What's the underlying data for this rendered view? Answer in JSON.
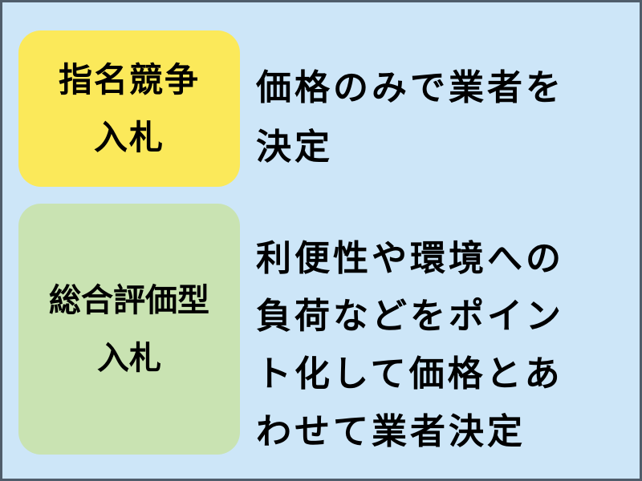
{
  "colors": {
    "background": "#cde6f8",
    "border": "#4f5d6b",
    "box_1": "#fbe95a",
    "box_2": "#c9e3b2",
    "text": "#000000"
  },
  "rows": [
    {
      "label_lines": [
        "指名競争",
        "入札"
      ],
      "description_lines": [
        "価格のみで業者を",
        "決定"
      ]
    },
    {
      "label_lines": [
        "総合評価型",
        "入札"
      ],
      "description_lines": [
        "利便性や環境への",
        "負荷などをポイン",
        "ト化して価格とあ",
        "わせて業者決定"
      ]
    }
  ]
}
